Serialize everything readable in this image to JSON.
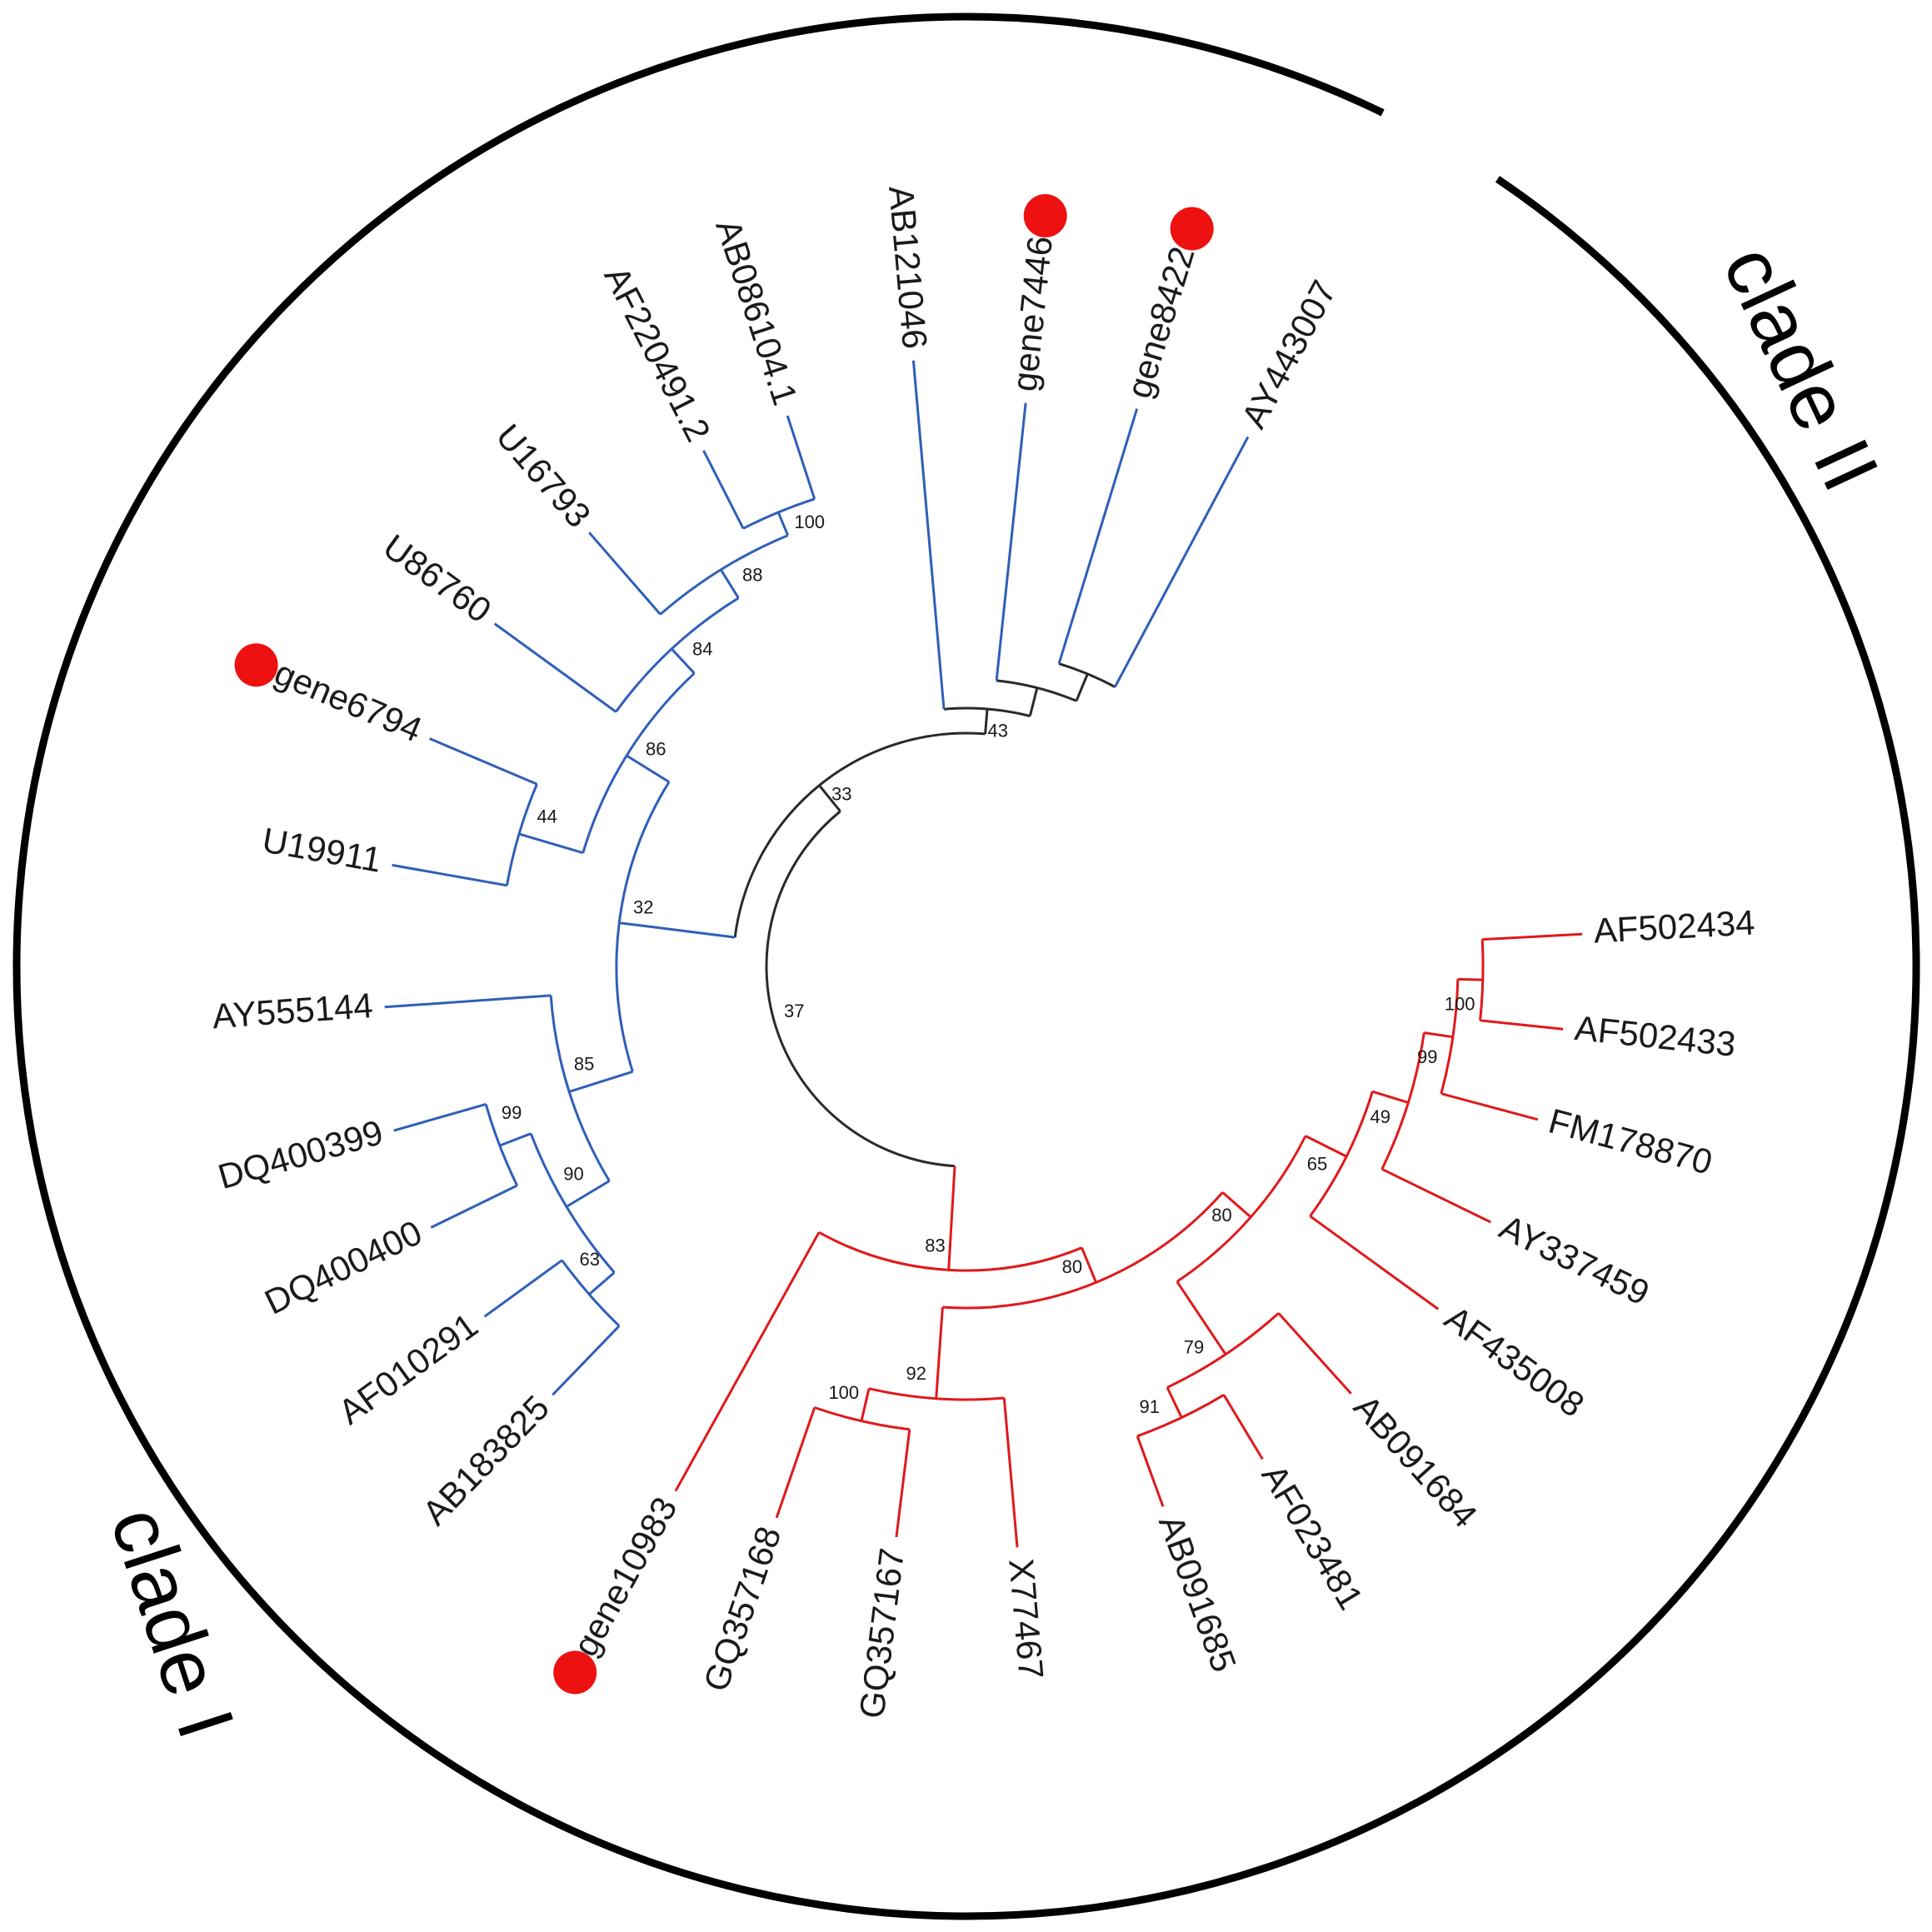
{
  "tree": {
    "clade_labels": [
      {
        "id": "I",
        "text": "clade  I"
      },
      {
        "id": "II",
        "text": "clade  II"
      }
    ],
    "colors": {
      "clade_I": "#2f5fb8",
      "clade_II": "#e0191b",
      "backbone": "#2a2a2a",
      "arc": "#000000",
      "marker": "#ee1111"
    },
    "leaves": [
      {
        "id": "AY443007",
        "text": "AY443007",
        "clade": "I"
      },
      {
        "id": "gene8422",
        "text": "gene8422",
        "clade": "I",
        "marker": true
      },
      {
        "id": "gene7446",
        "text": "gene7446",
        "clade": "I",
        "marker": true
      },
      {
        "id": "AB121046",
        "text": "AB121046",
        "clade": "I"
      },
      {
        "id": "AB086104",
        "text": "AB086104.1",
        "clade": "I"
      },
      {
        "id": "AF220491",
        "text": "AF220491.2",
        "clade": "I"
      },
      {
        "id": "U16793",
        "text": "U16793",
        "clade": "I"
      },
      {
        "id": "U86760",
        "text": "U86760",
        "clade": "I"
      },
      {
        "id": "gene6794",
        "text": "gene6794",
        "clade": "I",
        "marker": true
      },
      {
        "id": "U19911",
        "text": "U19911",
        "clade": "I"
      },
      {
        "id": "AY555144",
        "text": "AY555144",
        "clade": "I"
      },
      {
        "id": "DQ400399",
        "text": "DQ400399",
        "clade": "I"
      },
      {
        "id": "DQ400400",
        "text": "DQ400400",
        "clade": "I"
      },
      {
        "id": "AF010291",
        "text": "AF010291",
        "clade": "I"
      },
      {
        "id": "AB183825",
        "text": "AB183825",
        "clade": "I"
      },
      {
        "id": "gene10983",
        "text": "gene10983",
        "clade": "II",
        "marker": true
      },
      {
        "id": "GQ357168",
        "text": "GQ357168",
        "clade": "II"
      },
      {
        "id": "GQ357167",
        "text": "GQ357167",
        "clade": "II"
      },
      {
        "id": "X77467",
        "text": "X77467",
        "clade": "II"
      },
      {
        "id": "AB091685",
        "text": "AB091685",
        "clade": "II"
      },
      {
        "id": "AF023481",
        "text": "AF023481",
        "clade": "II"
      },
      {
        "id": "AB091684",
        "text": "AB091684",
        "clade": "II"
      },
      {
        "id": "AF435008",
        "text": "AF435008",
        "clade": "II"
      },
      {
        "id": "AY337459",
        "text": "AY337459",
        "clade": "II"
      },
      {
        "id": "FM178870",
        "text": "FM178870",
        "clade": "II"
      },
      {
        "id": "AF502433",
        "text": "AF502433",
        "clade": "II"
      },
      {
        "id": "AF502434",
        "text": "AF502434",
        "clade": "II"
      }
    ],
    "bootstrap": [
      {
        "id": "n100a",
        "text": "100"
      },
      {
        "id": "n88",
        "text": "88"
      },
      {
        "id": "n84",
        "text": "84"
      },
      {
        "id": "n86",
        "text": "86"
      },
      {
        "id": "n44",
        "text": "44"
      },
      {
        "id": "n32",
        "text": "32"
      },
      {
        "id": "n85",
        "text": "85"
      },
      {
        "id": "n90",
        "text": "90"
      },
      {
        "id": "n99a",
        "text": "99"
      },
      {
        "id": "n63",
        "text": "63"
      },
      {
        "id": "n43",
        "text": "43"
      },
      {
        "id": "n33",
        "text": "33"
      },
      {
        "id": "n37",
        "text": "37"
      },
      {
        "id": "n83",
        "text": "83"
      },
      {
        "id": "n80a",
        "text": "80"
      },
      {
        "id": "n80b",
        "text": "80"
      },
      {
        "id": "n65",
        "text": "65"
      },
      {
        "id": "n49",
        "text": "49"
      },
      {
        "id": "n99b",
        "text": "99"
      },
      {
        "id": "n100b",
        "text": "100"
      },
      {
        "id": "n79",
        "text": "79"
      },
      {
        "id": "n91",
        "text": "91"
      },
      {
        "id": "n92",
        "text": "92"
      },
      {
        "id": "n100c",
        "text": "100"
      }
    ]
  }
}
